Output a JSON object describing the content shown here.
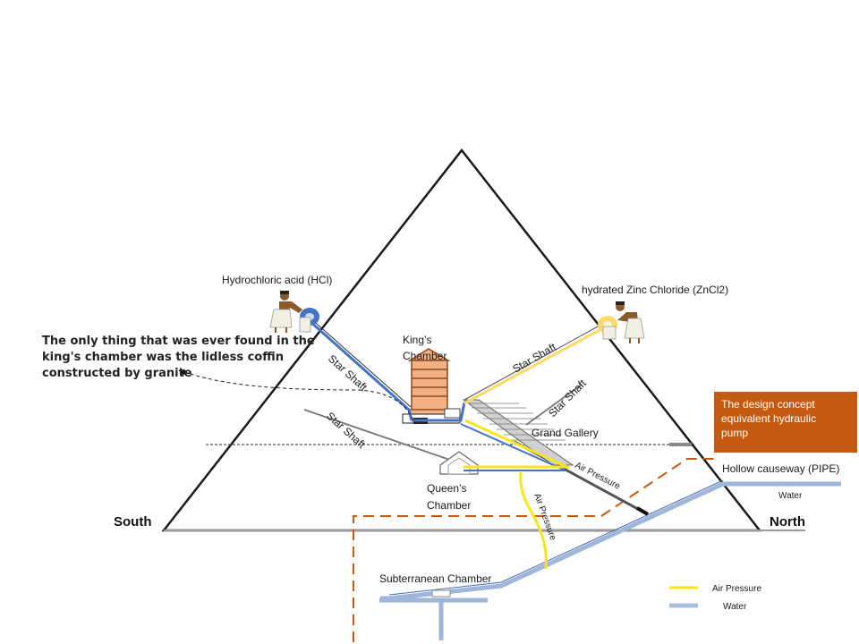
{
  "labels": {
    "hcl": "Hydrochloric acid (HCl)",
    "zncl2": "hydrated Zinc Chloride (ZnCl2)",
    "kings_chamber_1": "King’s",
    "kings_chamber_2": "Chamber",
    "star_shaft": "Star Shaft",
    "grand_gallery": "Grand Gallery",
    "air_pressure": "Air Pressure",
    "queens_chamber_1": "Queen’s",
    "queens_chamber_2": "Chamber",
    "south": "South",
    "north": "North",
    "hollow_causeway": "Hollow causeway (PIPE)",
    "water": "Water",
    "subterranean": "Subterranean Chamber"
  },
  "note": {
    "line1": "The only thing that was ever found in the",
    "line2": "king's chamber was the lidless coffin",
    "line3": "constructed by granite"
  },
  "concept_box": {
    "line1": "The design concept",
    "line2": "equivalent hydraulic",
    "line3": "pump"
  },
  "legend": {
    "air_pressure": "Air Pressure",
    "water": "Water"
  },
  "colors": {
    "air_pressure": "#f5e61e",
    "water": "#a9bfe0",
    "hcl_shaft": "#4472c4",
    "zncl2_shaft": "#ffd966",
    "concept": "#c55a11"
  }
}
